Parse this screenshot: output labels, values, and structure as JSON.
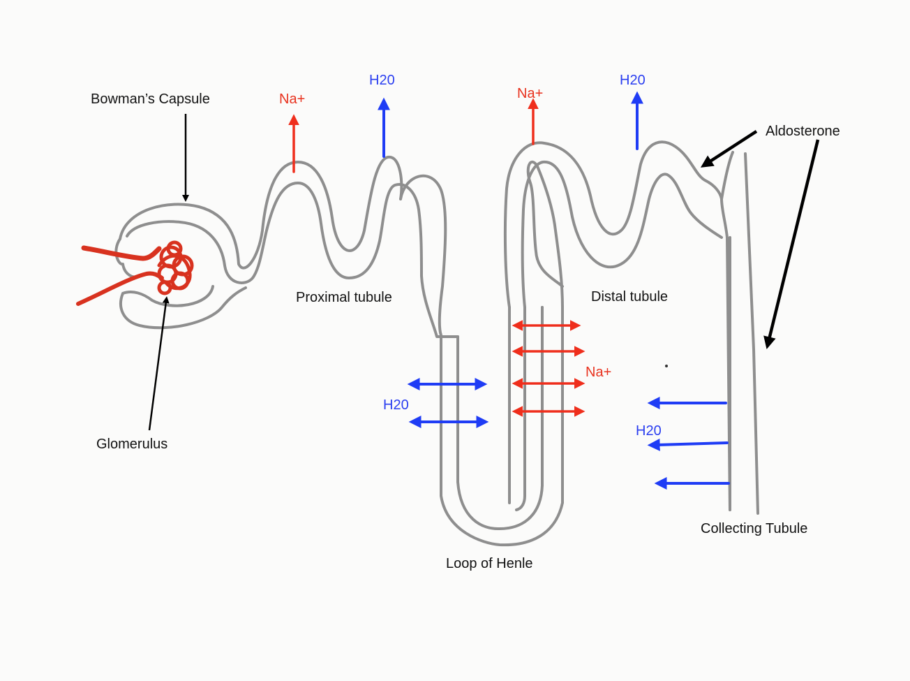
{
  "labels": {
    "bowmans_capsule": "Bowman’s Capsule",
    "glomerulus": "Glomerulus",
    "proximal_tubule": "Proximal tubule",
    "distal_tubule": "Distal tubule",
    "loop_of_henle": "Loop of Henle",
    "collecting_tubule": "Collecting Tubule",
    "aldosterone": "Aldosterone",
    "na_proximal": "Na+",
    "h2o_proximal": "H20",
    "na_distal": "Na+",
    "h2o_distal": "H20",
    "h2o_descending_limb": "H20",
    "na_ascending_limb": "Na+",
    "h2o_collecting": "H20"
  },
  "colors": {
    "tubule": "#8e8e8e",
    "sodium": "#ef2e1c",
    "water": "#1f3cf5",
    "pointer": "#000000",
    "glomerulus": "#d8321f"
  }
}
